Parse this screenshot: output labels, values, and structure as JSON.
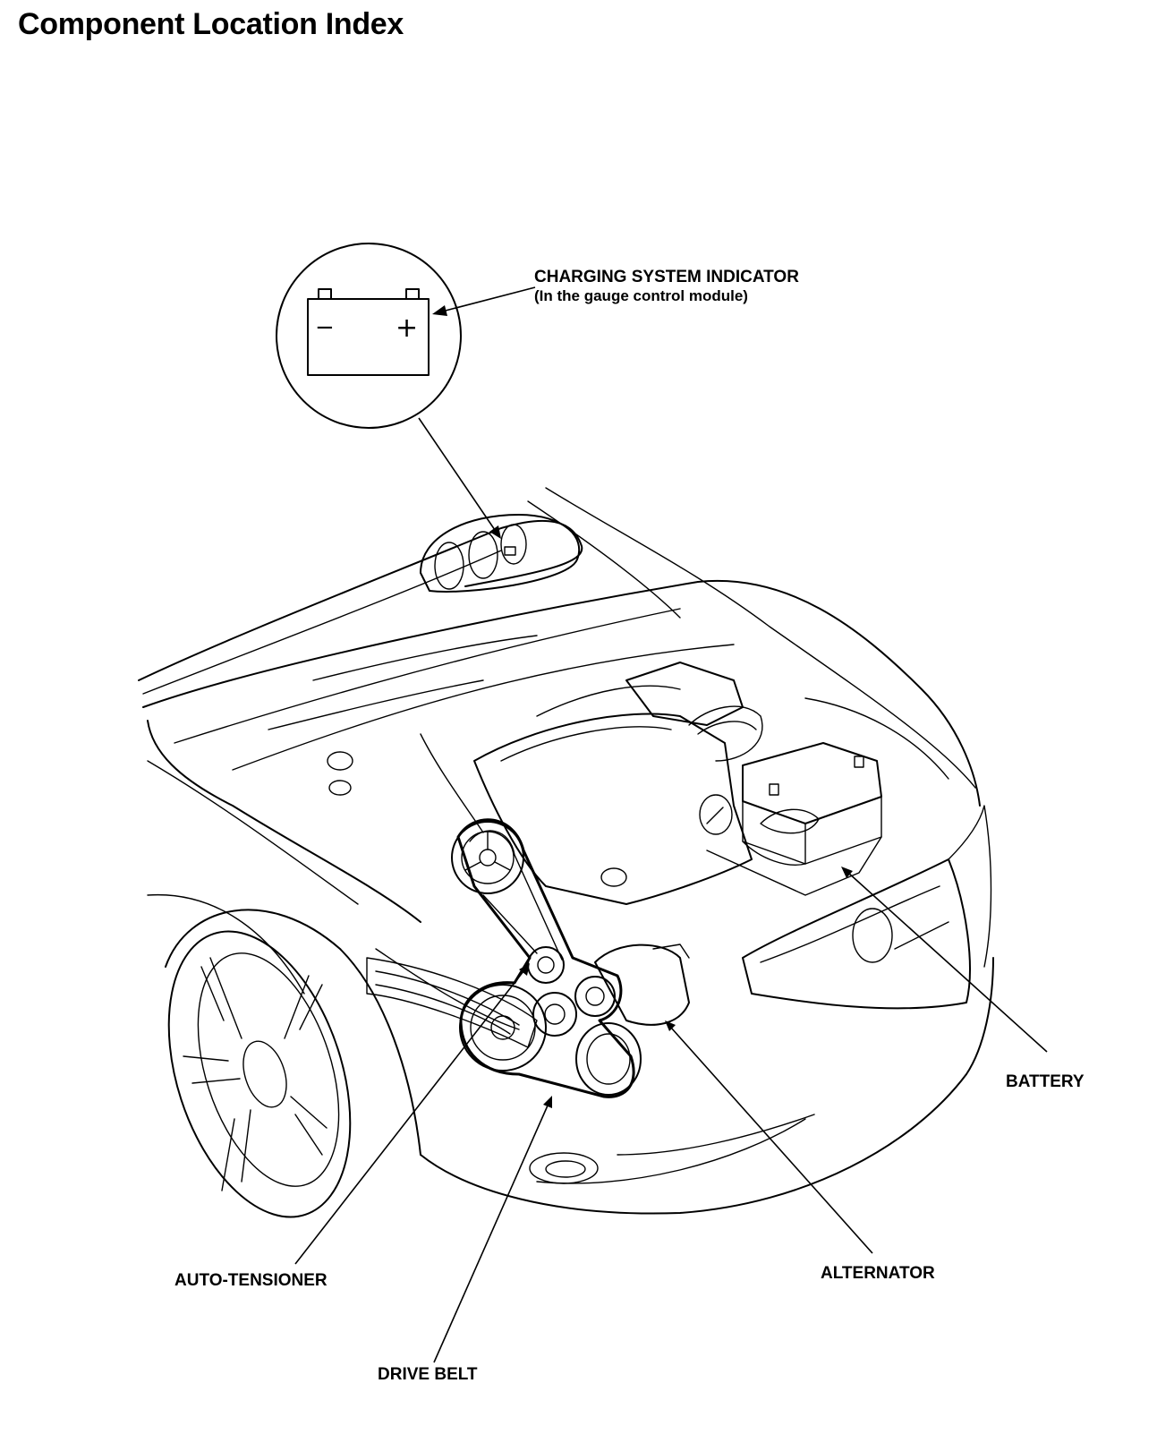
{
  "page": {
    "title": "Component Location Index"
  },
  "callouts": {
    "charging_indicator": {
      "label": "CHARGING SYSTEM INDICATOR",
      "sublabel": "(In the gauge control module)"
    },
    "battery": {
      "label": "BATTERY"
    },
    "alternator": {
      "label": "ALTERNATOR"
    },
    "auto_tensioner": {
      "label": "AUTO-TENSIONER"
    },
    "drive_belt": {
      "label": "DRIVE BELT"
    }
  },
  "indicator_icon": {
    "minus_symbol": "−",
    "plus_symbol": "+"
  }
}
